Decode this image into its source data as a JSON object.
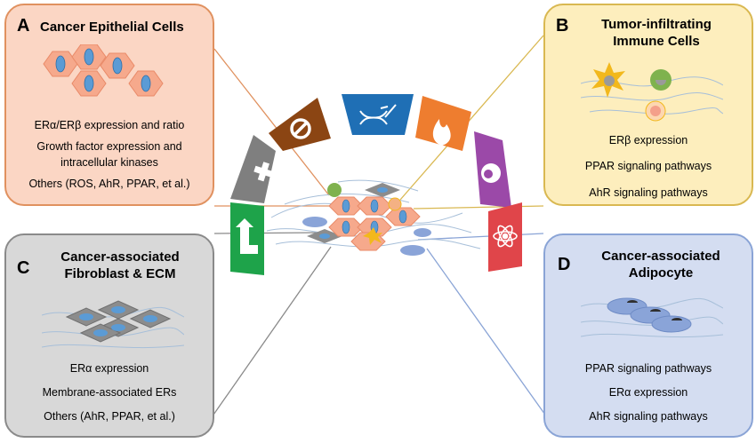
{
  "panels": {
    "a": {
      "letter": "A",
      "title": "Cancer Epithelial Cells",
      "lines": [
        "ERα/ERβ expression and ratio",
        "Growth factor expression and",
        "intracellular kinases",
        "Others (ROS, AhR, PPAR, et al.)"
      ],
      "fill": "#fbd6c4",
      "border": "#e0915f"
    },
    "b": {
      "letter": "B",
      "title_1": "Tumor-infiltrating",
      "title_2": "Immune Cells",
      "lines": [
        "ERβ  expression",
        "PPAR signaling pathways",
        "AhR signaling pathways"
      ],
      "fill": "#fdeebd",
      "border": "#d9b851"
    },
    "c": {
      "letter": "C",
      "title_1": "Cancer-associated",
      "title_2": "Fibroblast & ECM",
      "lines": [
        "ERα expression",
        "Membrane-associated  ERs",
        "Others (AhR, PPAR, et al.)"
      ],
      "fill": "#d8d8d8",
      "border": "#8a8a8a"
    },
    "d": {
      "letter": "D",
      "title_1": "Cancer-associated",
      "title_2": "Adipocyte",
      "lines": [
        "PPAR signaling pathways",
        "ERα expression",
        "AhR signaling pathways"
      ],
      "fill": "#d4ddf1",
      "border": "#8aa4d6"
    }
  },
  "hallmark_arc": [
    {
      "name": "proliferative-signaling-icon",
      "color": "#1ea34a"
    },
    {
      "name": "growth-suppressor-evasion-icon",
      "color": "#7f7f7f"
    },
    {
      "name": "cell-death-resistance-icon",
      "color": "#8b4513"
    },
    {
      "name": "genome-instability-icon",
      "color": "#1f6fb5"
    },
    {
      "name": "tumor-inflammation-icon",
      "color": "#ee7d2f"
    },
    {
      "name": "energy-metabolism-icon",
      "color": "#9b49a8"
    },
    {
      "name": "invasion-metastasis-icon",
      "color": "#e0454a"
    }
  ],
  "colors": {
    "epithelial_cell": "#f6a98c",
    "nucleus": "#5b9bd5",
    "immune_star": "#f2b81c",
    "macrophage": "#7fb24e",
    "fibroblast": "#8c8c8c",
    "adipocyte": "#8aa4d8",
    "connector_a": "#e0915f",
    "connector_b": "#d9b851",
    "connector_c": "#8a8a8a",
    "connector_d": "#8aa4d6"
  }
}
